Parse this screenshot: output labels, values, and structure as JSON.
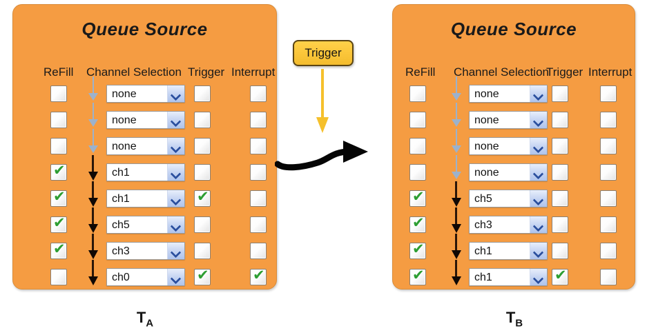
{
  "panels": [
    {
      "id": "A",
      "title": "Queue Source",
      "caption_main": "T",
      "caption_sub": "A",
      "headers": {
        "refill": "ReFill",
        "channel": "Channel Selection",
        "trigger": "Trigger",
        "interrupt": "Interrupt"
      },
      "rows": [
        {
          "refill": false,
          "channel": "none",
          "trigger": false,
          "interrupt": false,
          "flow": "dim"
        },
        {
          "refill": false,
          "channel": "none",
          "trigger": false,
          "interrupt": false,
          "flow": "dim"
        },
        {
          "refill": false,
          "channel": "none",
          "trigger": false,
          "interrupt": false,
          "flow": "dim"
        },
        {
          "refill": true,
          "channel": "ch1",
          "trigger": false,
          "interrupt": false,
          "flow": "strong"
        },
        {
          "refill": true,
          "channel": "ch1",
          "trigger": true,
          "interrupt": false,
          "flow": "strong"
        },
        {
          "refill": true,
          "channel": "ch5",
          "trigger": false,
          "interrupt": false,
          "flow": "strong"
        },
        {
          "refill": true,
          "channel": "ch3",
          "trigger": false,
          "interrupt": false,
          "flow": "strong"
        },
        {
          "refill": false,
          "channel": "ch0",
          "trigger": true,
          "interrupt": true,
          "flow": "strong"
        }
      ]
    },
    {
      "id": "B",
      "title": "Queue Source",
      "caption_main": "T",
      "caption_sub": "B",
      "headers": {
        "refill": "ReFill",
        "channel": "Channel Selection",
        "trigger": "Trigger",
        "interrupt": "Interrupt"
      },
      "rows": [
        {
          "refill": false,
          "channel": "none",
          "trigger": false,
          "interrupt": false,
          "flow": "dim"
        },
        {
          "refill": false,
          "channel": "none",
          "trigger": false,
          "interrupt": false,
          "flow": "dim"
        },
        {
          "refill": false,
          "channel": "none",
          "trigger": false,
          "interrupt": false,
          "flow": "dim"
        },
        {
          "refill": false,
          "channel": "none",
          "trigger": false,
          "interrupt": false,
          "flow": "dim"
        },
        {
          "refill": true,
          "channel": "ch5",
          "trigger": false,
          "interrupt": false,
          "flow": "strong"
        },
        {
          "refill": true,
          "channel": "ch3",
          "trigger": false,
          "interrupt": false,
          "flow": "strong"
        },
        {
          "refill": true,
          "channel": "ch1",
          "trigger": false,
          "interrupt": false,
          "flow": "strong"
        },
        {
          "refill": true,
          "channel": "ch1",
          "trigger": true,
          "interrupt": false,
          "flow": "strong"
        }
      ]
    }
  ],
  "middle": {
    "trigger_button_label": "Trigger"
  },
  "colors": {
    "panel_fill": "#f59c42",
    "trigger_button": "#fbc63a",
    "check_green": "#2d9e32",
    "flow_dim": "#9cb2cc",
    "flow_strong": "#100804",
    "dropdown_button": "#b0c4ec"
  },
  "icons": {
    "dropdown": "chevron-down-icon",
    "check": "check-icon",
    "down_arrow": "down-arrow-icon",
    "transition_arrow": "curved-right-arrow-icon"
  }
}
